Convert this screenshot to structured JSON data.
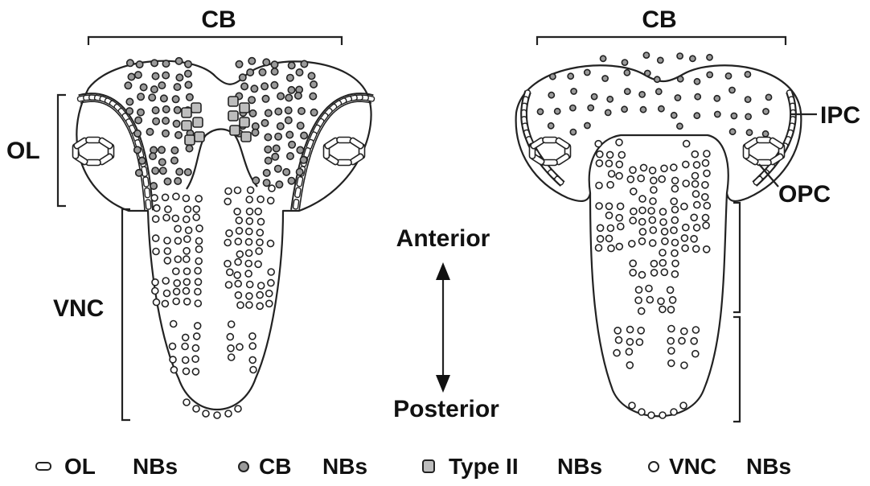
{
  "labels": {
    "cb_left": "CB",
    "cb_right": "CB",
    "ol": "OL",
    "vnc": "VNC",
    "ipc": "IPC",
    "opc": "OPC",
    "anterior": "Anterior",
    "posterior": "Posterior"
  },
  "legend": [
    {
      "symbol": "ol-nb",
      "name": "OL",
      "suffix": "NBs"
    },
    {
      "symbol": "cb-nb",
      "name": "CB",
      "suffix": "NBs"
    },
    {
      "symbol": "type2-nb",
      "name": "Type II",
      "suffix": "NBs"
    },
    {
      "symbol": "vnc-nb",
      "name": "VNC",
      "suffix": "NBs"
    }
  ],
  "colors": {
    "line": "#222222",
    "cb_nb_fill": "#9a9a9a",
    "type2_nb_fill": "#bdbdbd",
    "background": "#ffffff"
  }
}
